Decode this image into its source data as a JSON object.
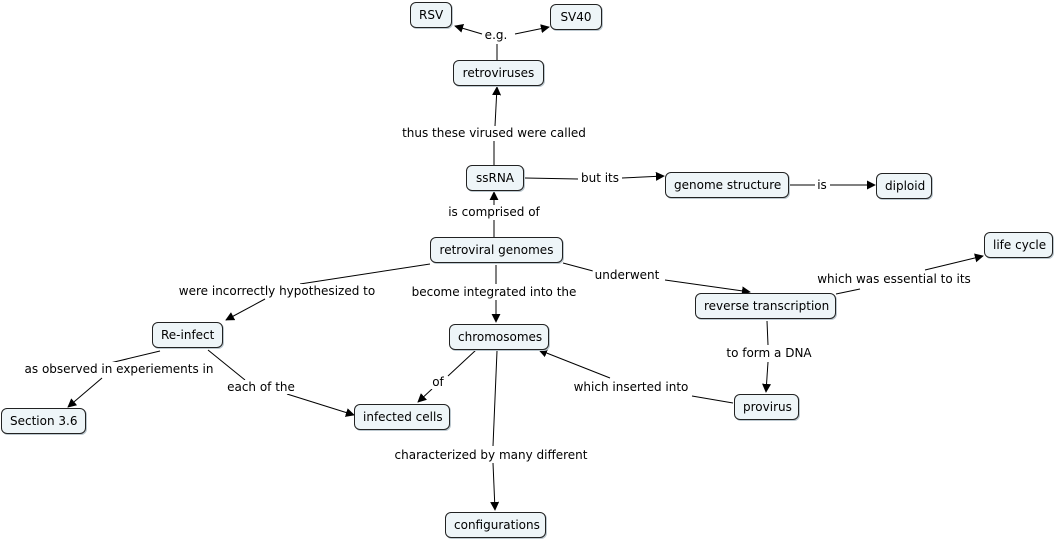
{
  "concept_map": {
    "nodes": {
      "rsv": "RSV",
      "sv40": "SV40",
      "retroviruses": "retroviruses",
      "ssrna": "ssRNA",
      "genome_structure": "genome structure",
      "diploid": "diploid",
      "retroviral_genomes": "retroviral genomes",
      "life_cycle": "life cycle",
      "reverse_transcription": "reverse transcription",
      "re_infect": "Re-infect",
      "chromosomes": "chromosomes",
      "provirus": "provirus",
      "section_3_6": "Section 3.6",
      "infected_cells": "infected cells",
      "configurations": "configurations"
    },
    "links": {
      "eg": "e.g.",
      "thus_called": "thus these virused were called",
      "but_its": "but its",
      "is": "is",
      "is_comprised_of": "is comprised of",
      "were_incorrectly": "were incorrectly hypothesized to",
      "become_integrated": "become integrated into the",
      "underwent": "underwent",
      "essential": "which was essential to its",
      "to_form_dna": "to form a DNA",
      "as_observed": "as observed in experiements in",
      "each_of_the": "each of the",
      "of": "of",
      "which_inserted": "which inserted into",
      "characterized": "characterized by many different"
    }
  }
}
